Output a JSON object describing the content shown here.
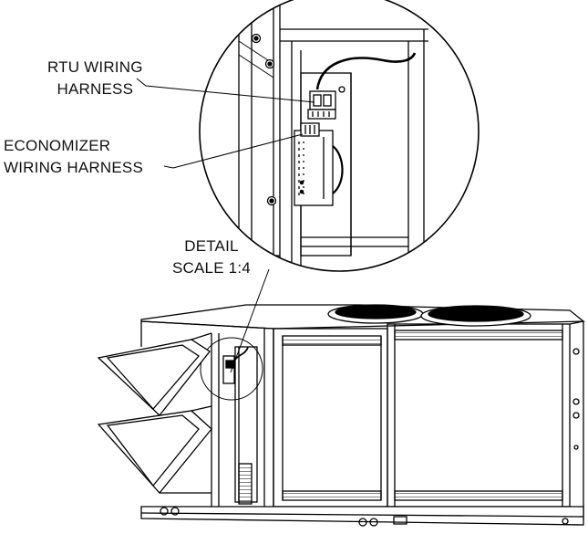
{
  "callouts": {
    "rtu_harness": {
      "line1": "RTU WIRING",
      "line2": "HARNESS"
    },
    "economizer_harness": {
      "line1": "ECONOMIZER",
      "line2": "WIRING HARNESS"
    },
    "detail": {
      "line1": "DETAIL",
      "line2": "SCALE 1:4"
    }
  },
  "colors": {
    "line": "#000000",
    "background": "#ffffff",
    "text": "#111111"
  }
}
